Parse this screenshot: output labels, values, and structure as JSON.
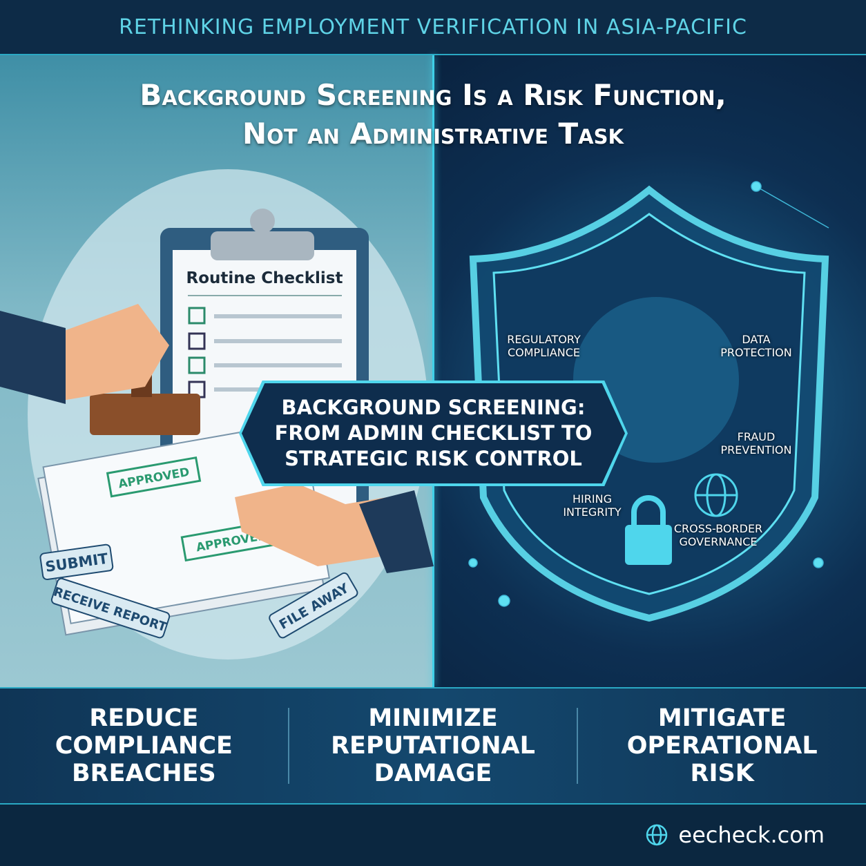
{
  "banner": "RETHINKING EMPLOYMENT VERIFICATION IN ASIA-PACIFIC",
  "headline": {
    "line1": "Background Screening Is a Risk Function,",
    "line2": "Not an Administrative Task"
  },
  "left_panel": {
    "clipboard_title": "Routine Checklist",
    "stamp_labels": [
      "APPROVED",
      "APPROVED"
    ],
    "tags": [
      "SUBMIT",
      "RECEIVE REPORT",
      "FILE AWAY"
    ]
  },
  "callout": {
    "line1": "BACKGROUND SCREENING:",
    "line2": "FROM ADMIN CHECKLIST TO",
    "line3": "STRATEGIC RISK CONTROL"
  },
  "shield_labels": {
    "regulatory": "REGULATORY COMPLIANCE",
    "data": "DATA PROTECTION",
    "fraud": "FRAUD PREVENTION",
    "hiring": "HIRING INTEGRITY",
    "cross": "CROSS-BORDER GOVERNANCE"
  },
  "benefits": [
    {
      "l1": "REDUCE",
      "l2": "COMPLIANCE",
      "l3": "BREACHES"
    },
    {
      "l1": "MINIMIZE",
      "l2": "REPUTATIONAL",
      "l3": "DAMAGE"
    },
    {
      "l1": "MITIGATE",
      "l2": "OPERATIONAL",
      "l3": "RISK"
    }
  ],
  "footer": {
    "website": "eecheck.com",
    "icon": "globe-icon"
  },
  "colors": {
    "accent": "#3fd0e8",
    "navy": "#0d2b47"
  }
}
